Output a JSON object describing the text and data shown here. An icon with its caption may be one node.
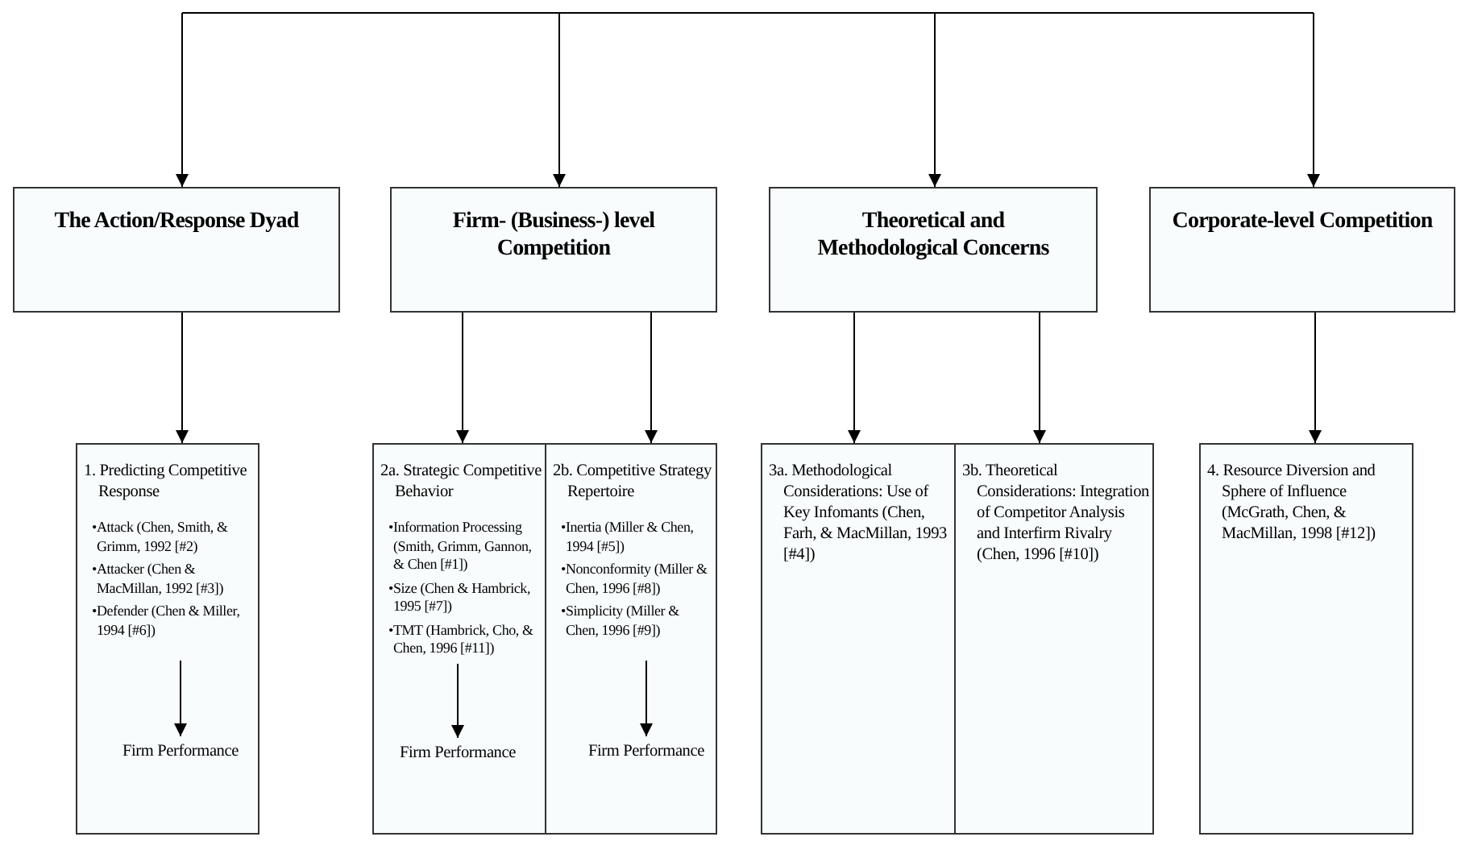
{
  "diagram": {
    "nodes": [
      {
        "text": [
          "The Action/Response Dyad"
        ]
      },
      {
        "text": [
          "Firm- (Business-) level Competition"
        ]
      },
      {
        "text": [
          "Theoretical and Methodological Concerns"
        ]
      },
      {
        "text": [
          "Corporate-level Competition"
        ]
      },
      {
        "text": [
          "1. Predicting Competitive Response",
          "•Attack (Chen, Smith, & Grimm, 1992 [#2)",
          "•Attacker (Chen & MacMillan, 1992 [#3])",
          "•Defender (Chen & Miller, 1994 [#6])"
        ]
      },
      {
        "text": [
          "Firm Performance"
        ],
        "in": 4
      },
      {
        "text": [
          "2a. Strategic Competitive Behavior",
          "•Information Processing (Smith, Grimm, Gannon, & Chen [#1])",
          "•Size (Chen & Hambrick, 1995 [#7])",
          "•TMT (Hambrick, Cho, & Chen, 1996 [#11])"
        ]
      },
      {
        "text": [
          "Firm Performance"
        ],
        "in": 6
      },
      {
        "text": [
          "2b. Competitive Strategy Repertoire",
          "•Inertia (Miller & Chen, 1994 [#5])",
          "•Nonconformity (Miller & Chen, 1996 [#8])",
          "•Simplicity (Miller & Chen, 1996 [#9])"
        ]
      },
      {
        "text": [
          "Firm Performance"
        ],
        "in": 8
      },
      {
        "text": [
          "3a. Methodological Considerations: Use of Key Infomants (Chen, Farh, & MacMillan, 1993 [#4])"
        ]
      },
      {
        "text": [
          "3b. Theoretical Considerations: Integration of Competitor Analysis and Interfirm Rivalry (Chen, 1996 [#10])"
        ]
      },
      {
        "text": [
          "4. Resource Diversion and Sphere of Influence (McGrath, Chen, & MacMillan, 1998 [#12])"
        ]
      }
    ],
    "edges": [
      {
        "from": null,
        "to": 0,
        "arrow": "to"
      },
      {
        "from": null,
        "to": 1,
        "arrow": "to"
      },
      {
        "from": null,
        "to": 2,
        "arrow": "to"
      },
      {
        "from": null,
        "to": 3,
        "arrow": "to"
      },
      {
        "from": 0,
        "to": 4,
        "arrow": "to"
      },
      {
        "from": 1,
        "to": 6,
        "arrow": "to"
      },
      {
        "from": 1,
        "to": 8,
        "arrow": "to"
      },
      {
        "from": 2,
        "to": 10,
        "arrow": "to"
      },
      {
        "from": 2,
        "to": 11,
        "arrow": "to"
      },
      {
        "from": 3,
        "to": 12,
        "arrow": "to"
      },
      {
        "from": null,
        "to": 5,
        "arrow": "to"
      },
      {
        "from": null,
        "to": 7,
        "arrow": "to"
      },
      {
        "from": null,
        "to": 9,
        "arrow": "to"
      }
    ]
  }
}
